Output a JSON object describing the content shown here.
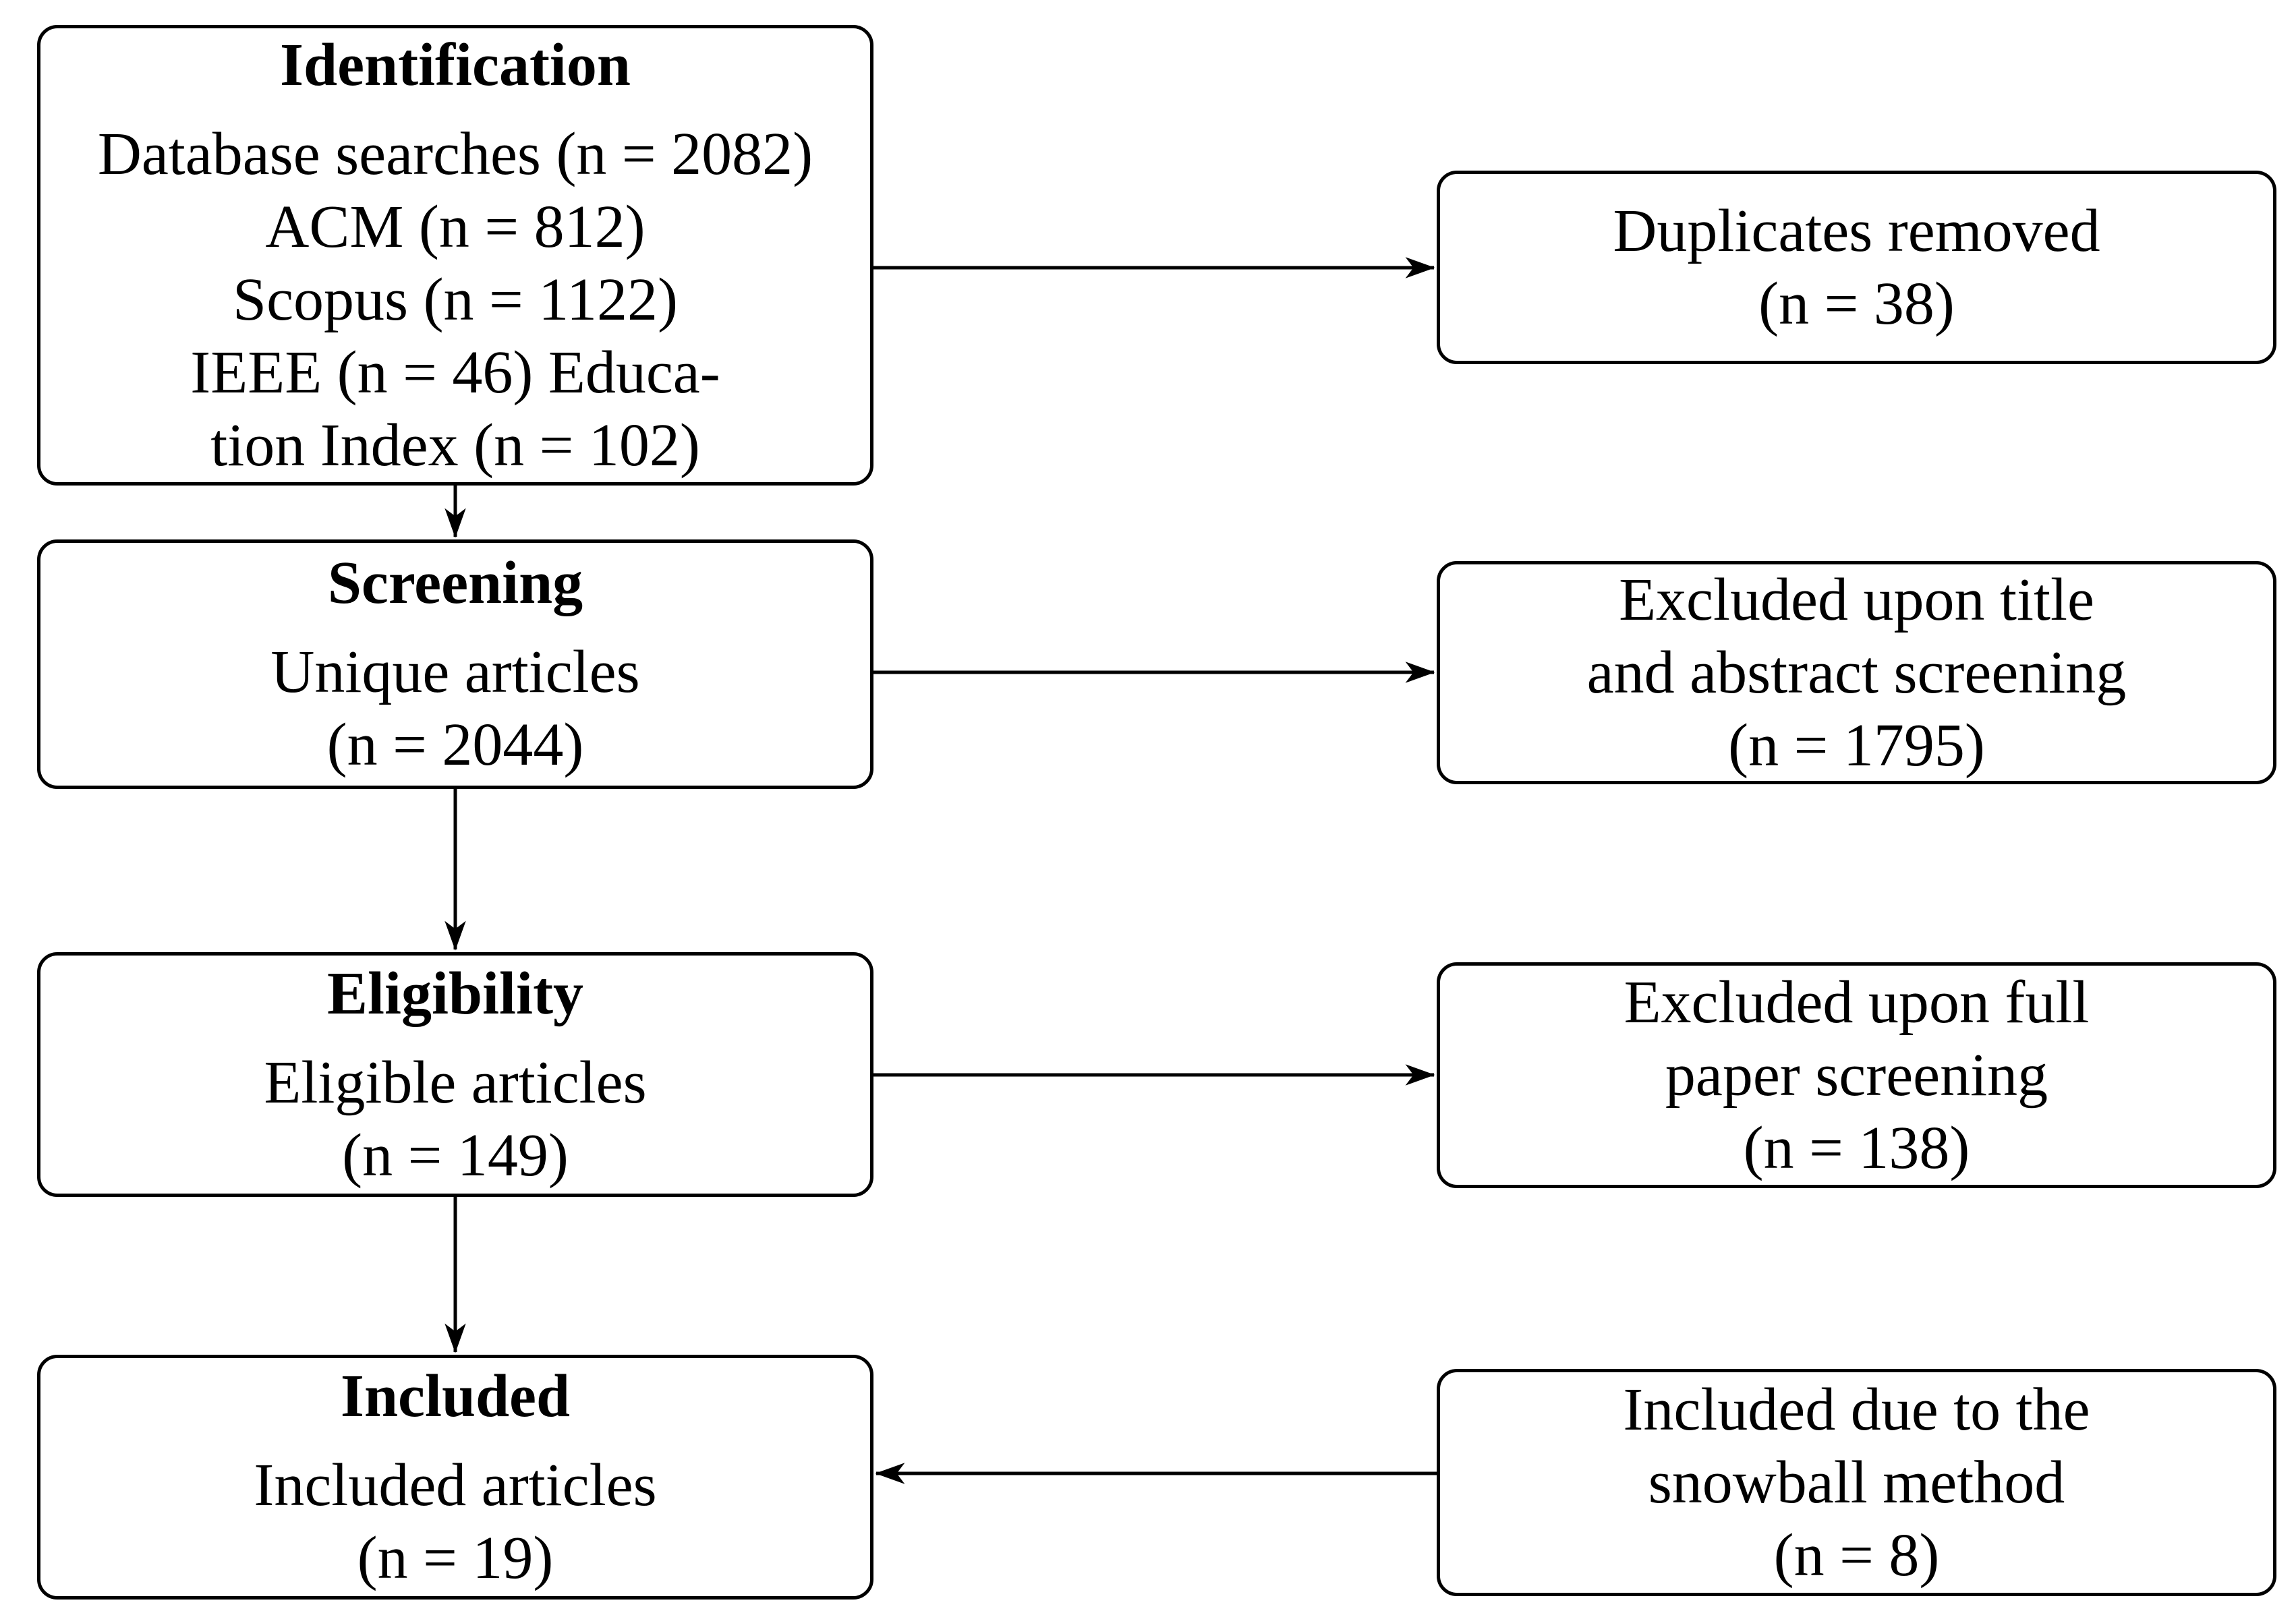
{
  "diagram": {
    "type": "prisma-flowchart",
    "colors": {
      "border": "#000000",
      "background": "#ffffff",
      "text": "#000000"
    },
    "left_boxes": [
      {
        "title": "Identification",
        "lines": [
          "Database searches (n = 2082)",
          "ACM (n = 812)",
          "Scopus (n = 1122)",
          "IEEE (n = 46) Educa-",
          "tion Index (n = 102)"
        ]
      },
      {
        "title": "Screening",
        "lines": [
          "Unique articles",
          "(n = 2044)"
        ]
      },
      {
        "title": "Eligibility",
        "lines": [
          "Eligible articles",
          "(n = 149)"
        ]
      },
      {
        "title": "Included",
        "lines": [
          "Included articles",
          "(n = 19)"
        ]
      }
    ],
    "right_boxes": [
      {
        "lines": [
          "Duplicates removed",
          "(n = 38)"
        ]
      },
      {
        "lines": [
          "Excluded upon title",
          "and abstract screening",
          "(n = 1795)"
        ]
      },
      {
        "lines": [
          "Excluded upon full",
          "paper screening",
          "(n = 138)"
        ]
      },
      {
        "lines": [
          "Included due to the",
          "snowball method",
          "(n = 8)"
        ]
      }
    ]
  }
}
